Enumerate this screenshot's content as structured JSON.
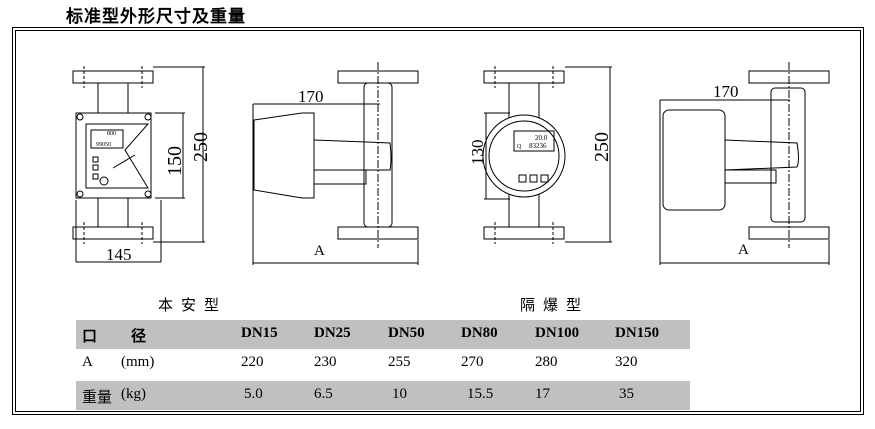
{
  "title": "标准型外形尺寸及重量",
  "drawings": {
    "front_standard": {
      "dim_width": "145",
      "dim_height_body": "150",
      "dim_height_total": "250",
      "display_top": "800",
      "display_bottom": "99050"
    },
    "side_standard": {
      "dim_depth": "170",
      "dim_a": "A"
    },
    "front_explosion_proof": {
      "dim_body": "130",
      "dim_height_total": "250",
      "display_top": "20.0",
      "display_bottom": "83236",
      "display_prefix": "Q"
    },
    "side_explosion_proof": {
      "dim_depth": "170",
      "dim_a": "A"
    }
  },
  "captions": {
    "left": "本安型",
    "right": "隔爆型"
  },
  "table": {
    "header": {
      "label1": "口",
      "label2": "径",
      "columns": [
        "DN15",
        "DN25",
        "DN50",
        "DN80",
        "DN100",
        "DN150"
      ]
    },
    "rows": [
      {
        "label1": "A",
        "label2": "(mm)",
        "values": [
          "220",
          "230",
          "255",
          "270",
          "280",
          "320"
        ]
      },
      {
        "label1": "重量",
        "label2": "(kg)",
        "values": [
          "5.0",
          "6.5",
          "10",
          "15.5",
          "17",
          "35"
        ]
      }
    ]
  }
}
